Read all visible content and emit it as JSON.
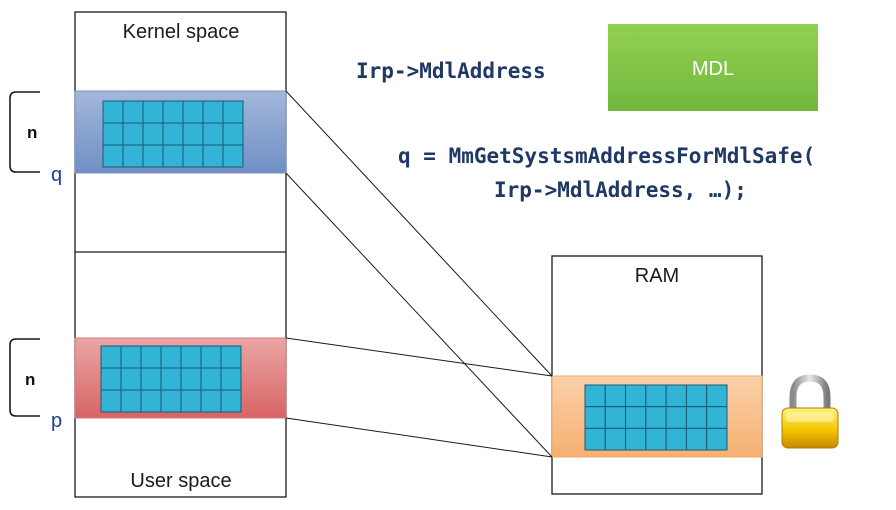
{
  "kernel_label": "Kernel space",
  "user_label": "User space",
  "ram_label": "RAM",
  "mdl_label": "MDL",
  "code_line1": "Irp->MdlAddress",
  "code_line2": "q = MmGetSystsmAddressForMdlSafe(",
  "code_line3": "Irp->MdlAddress, …);",
  "size_label_kernel": "n",
  "size_label_user": "n",
  "pointer_q": "q",
  "pointer_p": "p",
  "icons": [
    "padlock-icon"
  ],
  "colors": {
    "kernel_region": "#8fa8d4",
    "user_region": "#e08a8a",
    "ram_region": "#f9c08e",
    "page_cell": "#31b4d6",
    "mdl_box": "#8bc34a"
  }
}
